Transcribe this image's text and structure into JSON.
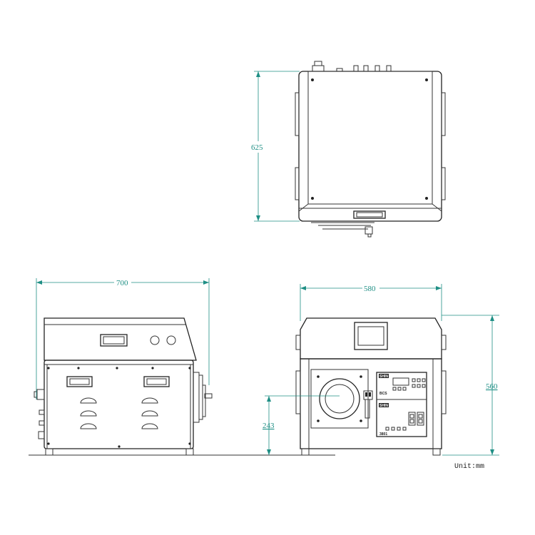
{
  "dimensions": {
    "depth": "625",
    "width_side": "700",
    "width_front": "580",
    "height": "560",
    "flange_height": "243"
  },
  "units": {
    "label": "Unit:mm"
  },
  "panel_labels": {
    "controller_brand_top": "SHIN",
    "controller_brand_bottom": "SHIN",
    "controller_model": "3801",
    "controller_tag": "BCS"
  },
  "colors": {
    "dimension": "#1f8f85",
    "outline": "#222222"
  }
}
